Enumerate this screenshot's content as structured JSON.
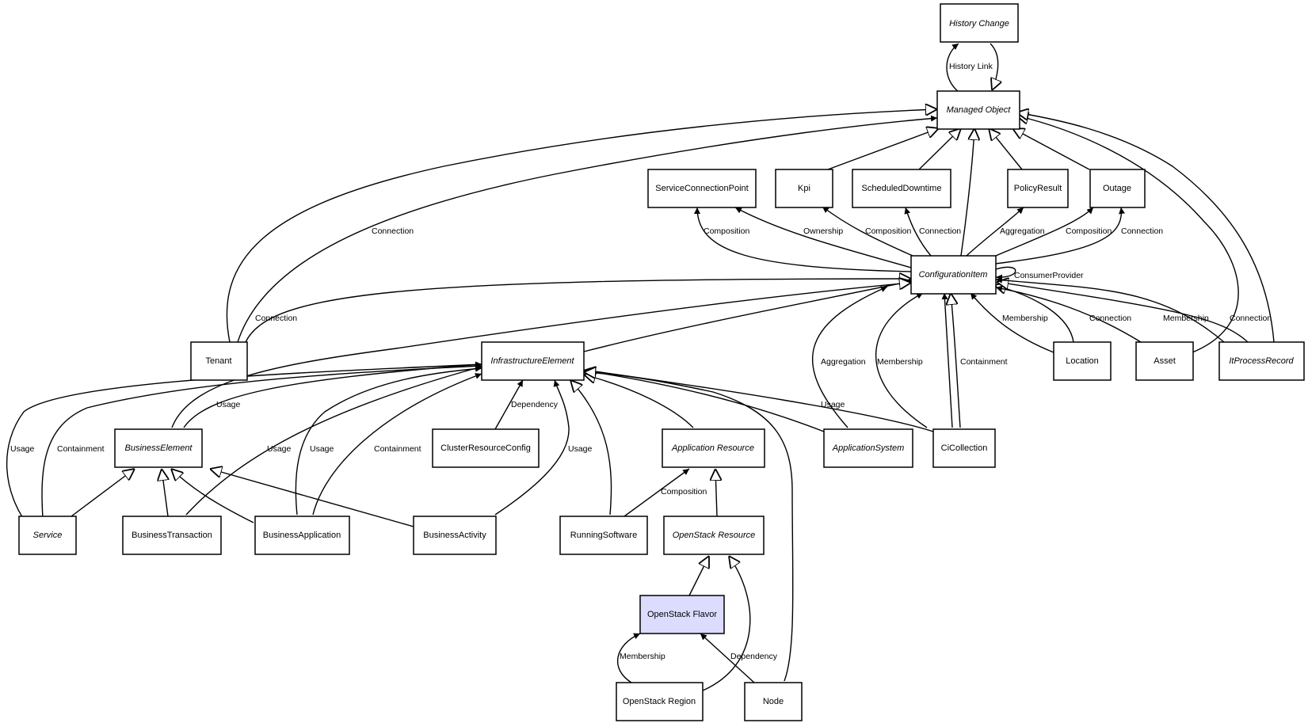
{
  "diagram": {
    "nodes": {
      "history_change": "History Change",
      "managed_object": "Managed Object",
      "service_connection_point": "ServiceConnectionPoint",
      "kpi": "Kpi",
      "scheduled_downtime": "ScheduledDowntime",
      "policy_result": "PolicyResult",
      "outage": "Outage",
      "configuration_item": "ConfigurationItem",
      "tenant": "Tenant",
      "infrastructure_element": "InfrastructureElement",
      "location": "Location",
      "asset": "Asset",
      "it_process_record": "ItProcessRecord",
      "business_element": "BusinessElement",
      "cluster_resource_config": "ClusterResourceConfig",
      "application_resource": "Application Resource",
      "application_system": "ApplicationSystem",
      "ci_collection": "CiCollection",
      "service": "Service",
      "business_transaction": "BusinessTransaction",
      "business_application": "BusinessApplication",
      "business_activity": "BusinessActivity",
      "running_software": "RunningSoftware",
      "openstack_resource": "OpenStack Resource",
      "openstack_flavor": "OpenStack Flavor",
      "openstack_region": "OpenStack Region",
      "node": "Node"
    },
    "edge_labels": {
      "history_link": "History Link",
      "mo_tenant_connection": "Connection",
      "tenant_ci_connection": "Connection",
      "ci_scp_composition": "Composition",
      "ci_scp_ownership": "Ownership",
      "ci_kpi_composition": "Composition",
      "ci_sd_connection": "Connection",
      "ci_pr_aggregation": "Aggregation",
      "ci_outage_composition": "Composition",
      "ci_outage_connection": "Connection",
      "ci_self_consumer_provider": "ConsumerProvider",
      "ci_location_membership": "Membership",
      "ci_asset_connection": "Connection",
      "ci_ipr_membership": "Membership",
      "ci_ipr_connection": "Connection",
      "ci_as_aggregation": "Aggregation",
      "ci_cc_membership": "Membership",
      "ci_cc_containment": "Containment",
      "ie_cc_usage": "Usage",
      "ie_be_usage": "Usage",
      "ie_crc_dependency": "Dependency",
      "ie_service_usage": "Usage",
      "ie_service_containment": "Containment",
      "ie_bt_usage": "Usage",
      "ie_ba_usage": "Usage",
      "ie_ba_containment": "Containment",
      "ie_bact_usage": "Usage",
      "ar_rs_composition": "Composition",
      "flavor_region_membership": "Membership",
      "flavor_node_dependency": "Dependency"
    }
  }
}
